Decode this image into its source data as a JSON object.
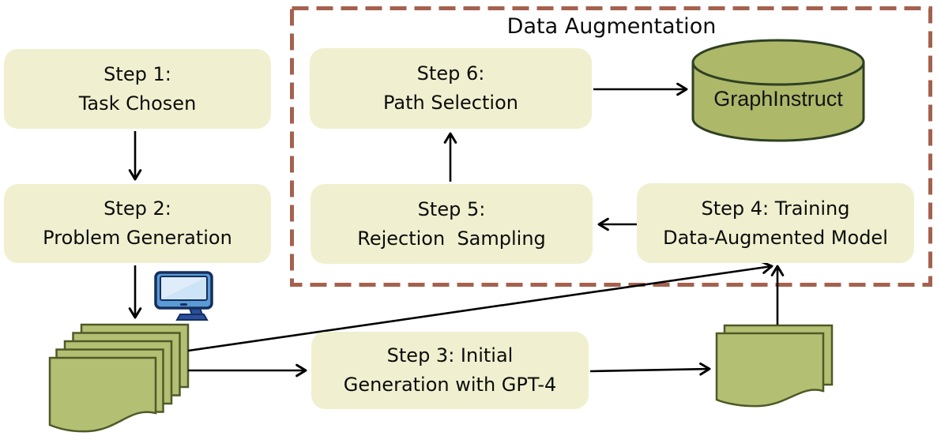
{
  "title": "Data Augmentation",
  "steps": [
    {
      "line1": "Step 1:",
      "line2": "Task Chosen"
    },
    {
      "line1": "Step 2:",
      "line2": "Problem Generation"
    },
    {
      "line1": "Step 3: Initial",
      "line2": "Generation with GPT-4"
    },
    {
      "line1": "Step 4: Training",
      "line2": "Data-Augmented Model"
    },
    {
      "line1": "Step 5:",
      "line2": "Rejection  Sampling"
    },
    {
      "line1": "Step 6:",
      "line2": "Path Selection"
    }
  ],
  "database": {
    "label": "GraphInstruct"
  },
  "icons": {
    "computer": "computer-icon",
    "input_documents": "documents-stack-icon",
    "output_documents": "documents-pair-icon",
    "database": "database-cylinder-icon"
  },
  "colors": {
    "box_fill": "#f0f0d0",
    "dashed_border": "#a5614d",
    "document_fill": "#b3bf73",
    "document_stroke": "#4e5a26",
    "cylinder_fill": "#adb869",
    "cylinder_stroke": "#2f4023",
    "arrow": "#000000",
    "monitor_frame": "#5b9bd5",
    "monitor_screen": "#cde4f6",
    "monitor_outline": "#142f5e",
    "text": "#0c0c0c"
  }
}
